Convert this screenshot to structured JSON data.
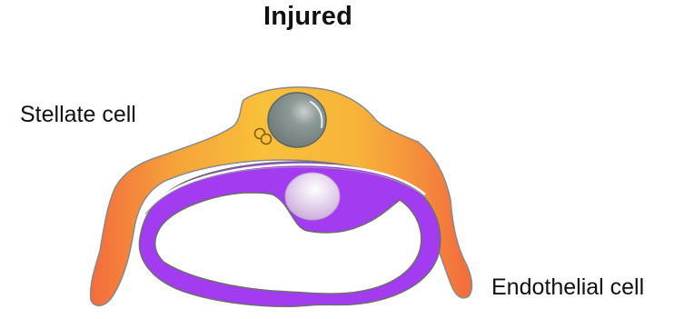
{
  "title": "Injured",
  "labels": {
    "stellate": "Stellate cell",
    "endothelial": "Endothelial cell"
  },
  "colors": {
    "stellate_orange_light": "#f8c13a",
    "stellate_orange_dark": "#f36b3d",
    "endothelial_purple": "#a33bf0",
    "stellate_nucleus": "#7d8a87",
    "endothelial_nucleus": "#e6d4ef",
    "outline": "#8a8a8a"
  }
}
